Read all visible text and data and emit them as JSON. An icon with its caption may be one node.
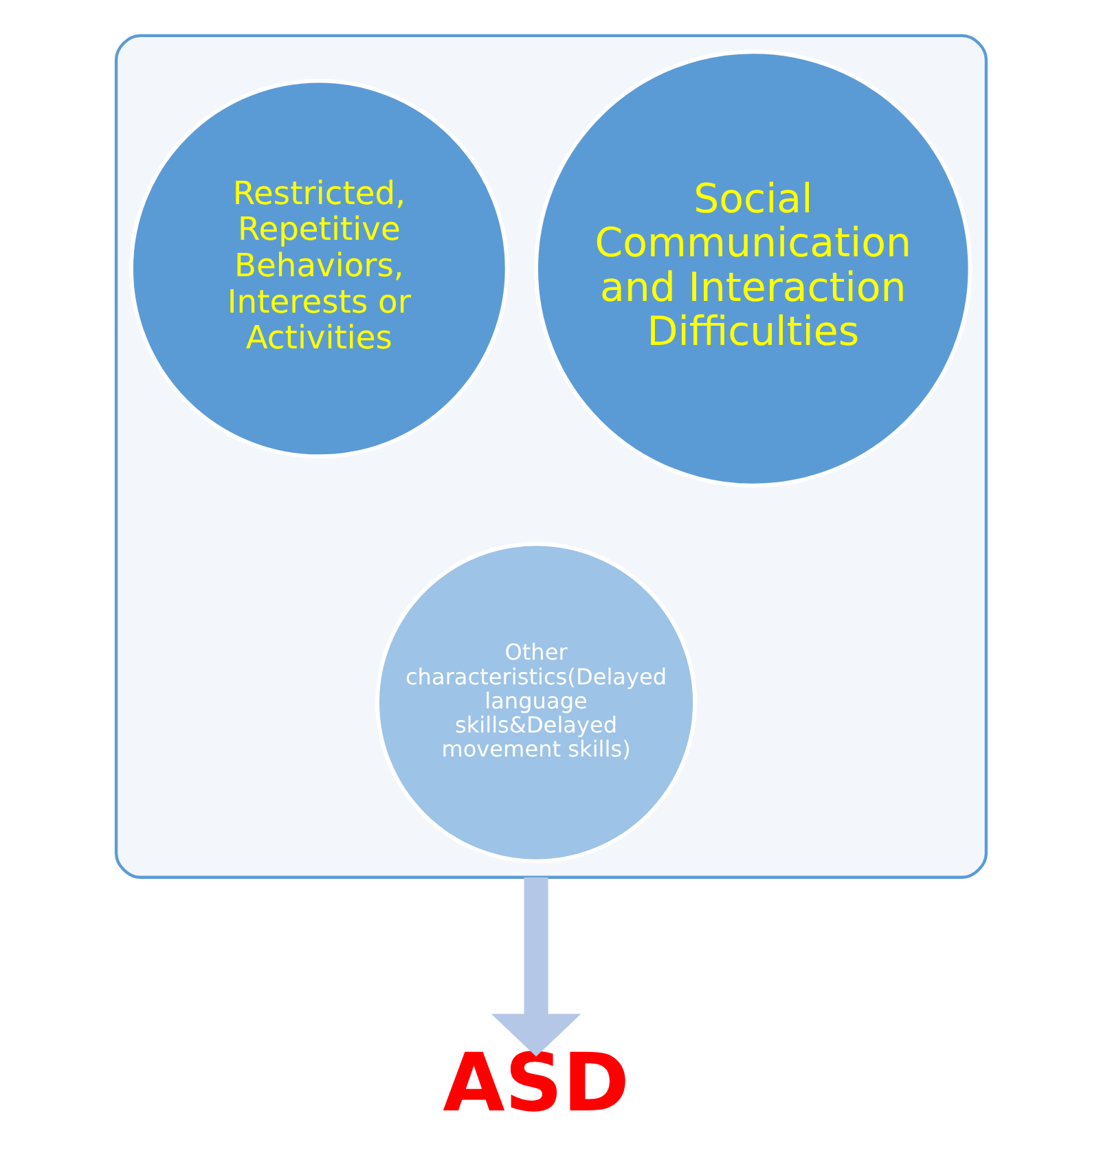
{
  "diagram": {
    "nodes": [
      {
        "text": [],
        "shape": "funnel"
      },
      {
        "text": [
          "Restricted, Repetitive Behaviors, Interests or Activities"
        ],
        "in": 0
      },
      {
        "text": [
          "Social Communication and Interaction Difficulties"
        ],
        "in": 0
      },
      {
        "text": [
          "Other characteristics(Delayed language skills&Delayed movement skills)"
        ],
        "in": 0
      },
      {
        "text": [
          "ASD"
        ]
      }
    ],
    "edges": [
      {
        "from": 0,
        "to": 4,
        "arrow": "to"
      }
    ]
  }
}
